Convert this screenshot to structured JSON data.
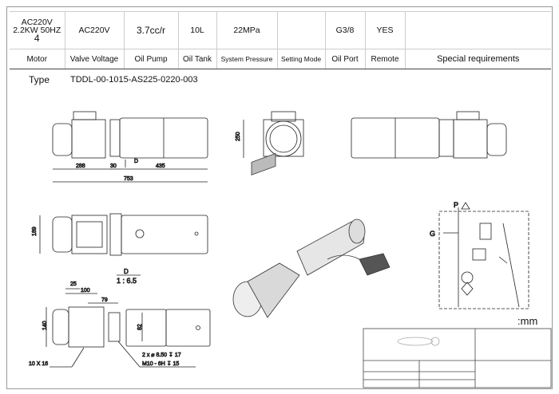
{
  "spec": {
    "values": {
      "motor": [
        "AC220V",
        "2.2KW 50HZ",
        "4"
      ],
      "valve_voltage": "AC220V",
      "oil_pump": "3.7cc/r",
      "oil_tank": "10L",
      "system_pressure": "22MPa",
      "setting_mode": "",
      "oil_port": "G3/8",
      "remote": "YES",
      "special": ""
    },
    "labels": {
      "motor": "Motor",
      "valve_voltage": "Valve Voltage",
      "oil_pump": "Oil Pump",
      "oil_tank": "Oil Tank",
      "system_pressure": "System Pressure",
      "setting_mode": "Setting Mode",
      "oil_port": "Oil Port",
      "remote": "Remote",
      "special": "Special requirements"
    }
  },
  "type": {
    "label": "Type",
    "value": "TDDL-00-1015-AS225-0220-003"
  },
  "dims": {
    "d288": "288",
    "d30": "30",
    "d435": "435",
    "d753": "753",
    "d250": "250",
    "d189": "189",
    "view_d": "D",
    "scale": "1 : 6.5",
    "d25": "25",
    "d100": "100",
    "d79": "79",
    "d140": "140",
    "d82": "82",
    "slot": "10 X 16",
    "holes": "2 x ⌀ 8.50 ↧ 17",
    "thread": "M10 - 6H ↧ 15",
    "arrow_d": "D"
  },
  "schematic": {
    "p_label": "P",
    "g_label": "G"
  },
  "units": ":mm"
}
